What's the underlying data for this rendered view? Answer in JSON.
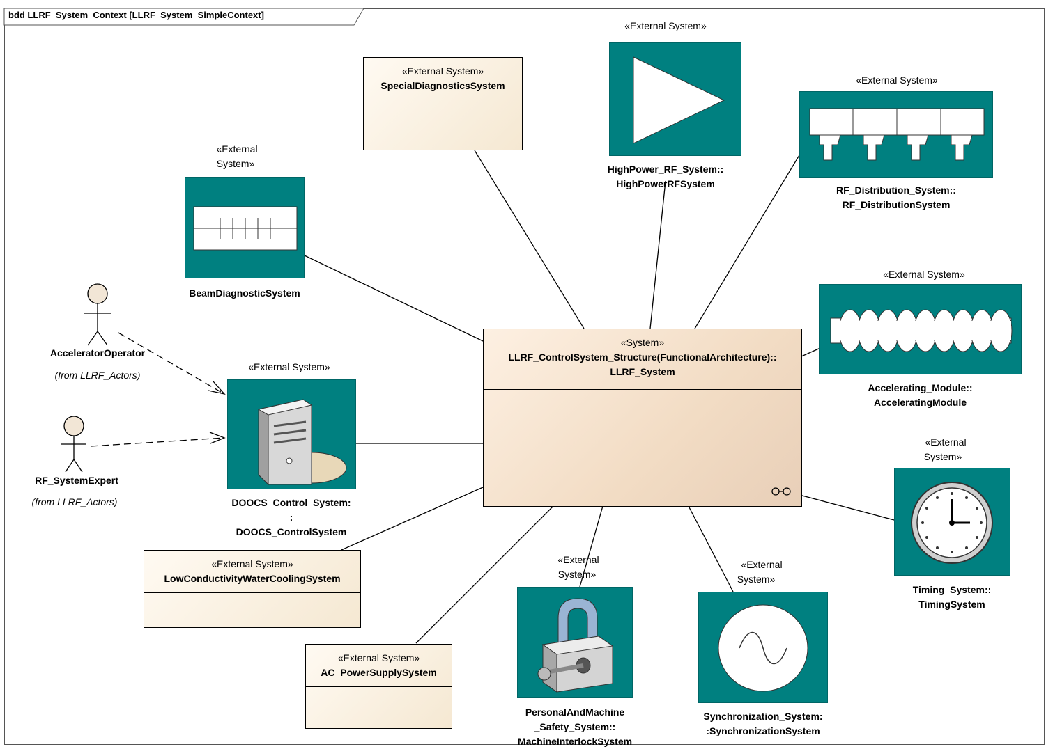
{
  "diagram_frame_label": "bdd LLRF_System_Context [LLRF_System_SimpleContext]",
  "partial_page_title": "Page Context Diagram: System",
  "stereotype_ext": "«External System»",
  "stereotype_ext_line1": "«External",
  "stereotype_ext_line2": "System»",
  "center": {
    "stereotype": "«System»",
    "name_line1": "LLRF_ControlSystem_Structure(FunctionalArchitecture)::",
    "name_line2": "LLRF_System"
  },
  "special_diag": {
    "name": "SpecialDiagnosticsSystem"
  },
  "high_power": {
    "line1": "HighPower_RF_System::",
    "line2": "HighPowerRFSystem"
  },
  "rf_dist": {
    "line1": "RF_Distribution_System::",
    "line2": "RF_DistributionSystem"
  },
  "beam_diag": {
    "name": "BeamDiagnosticSystem"
  },
  "accel_module": {
    "line1": "Accelerating_Module::",
    "line2": "AcceleratingModule"
  },
  "doocs": {
    "line1": "DOOCS_Control_System:",
    "line2": ":",
    "line3": "DOOCS_ControlSystem"
  },
  "timing": {
    "line1": "Timing_System::",
    "line2": "TimingSystem"
  },
  "lcw": {
    "name": "LowConductivityWaterCoolingSystem"
  },
  "ac_power": {
    "name": "AC_PowerSupplySystem"
  },
  "safety": {
    "line1": "PersonalAndMachine",
    "line2": "_Safety_System::",
    "line3": "MachineInterlockSystem"
  },
  "sync": {
    "line1": "Synchronization_System:",
    "line2": ":SynchronizationSystem"
  },
  "actors": [
    {
      "name": "AcceleratorOperator",
      "from": "(from LLRF_Actors)"
    },
    {
      "name": "RF_SystemExpert",
      "from": "(from LLRF_Actors)"
    }
  ],
  "colors": {
    "icon_teal": "#008080",
    "box_fill": "#f8ecd8",
    "center_fill": "#f5dcc2"
  }
}
